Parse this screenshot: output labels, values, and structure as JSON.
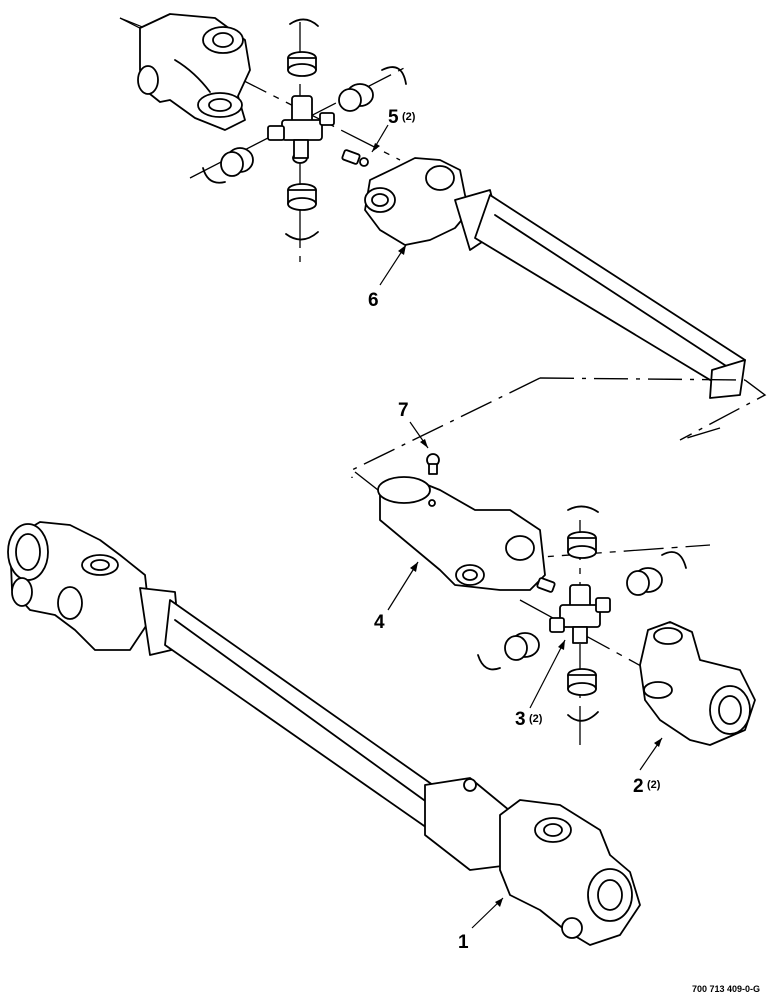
{
  "callouts": [
    {
      "id": "1",
      "label": "1",
      "qty": ""
    },
    {
      "id": "2",
      "label": "2",
      "qty": "(2)"
    },
    {
      "id": "3",
      "label": "3",
      "qty": "(2)"
    },
    {
      "id": "4",
      "label": "4",
      "qty": ""
    },
    {
      "id": "5",
      "label": "5",
      "qty": "(2)"
    },
    {
      "id": "6",
      "label": "6",
      "qty": ""
    },
    {
      "id": "7",
      "label": "7",
      "qty": ""
    }
  ],
  "figure_number": "700 713 409-0-G"
}
